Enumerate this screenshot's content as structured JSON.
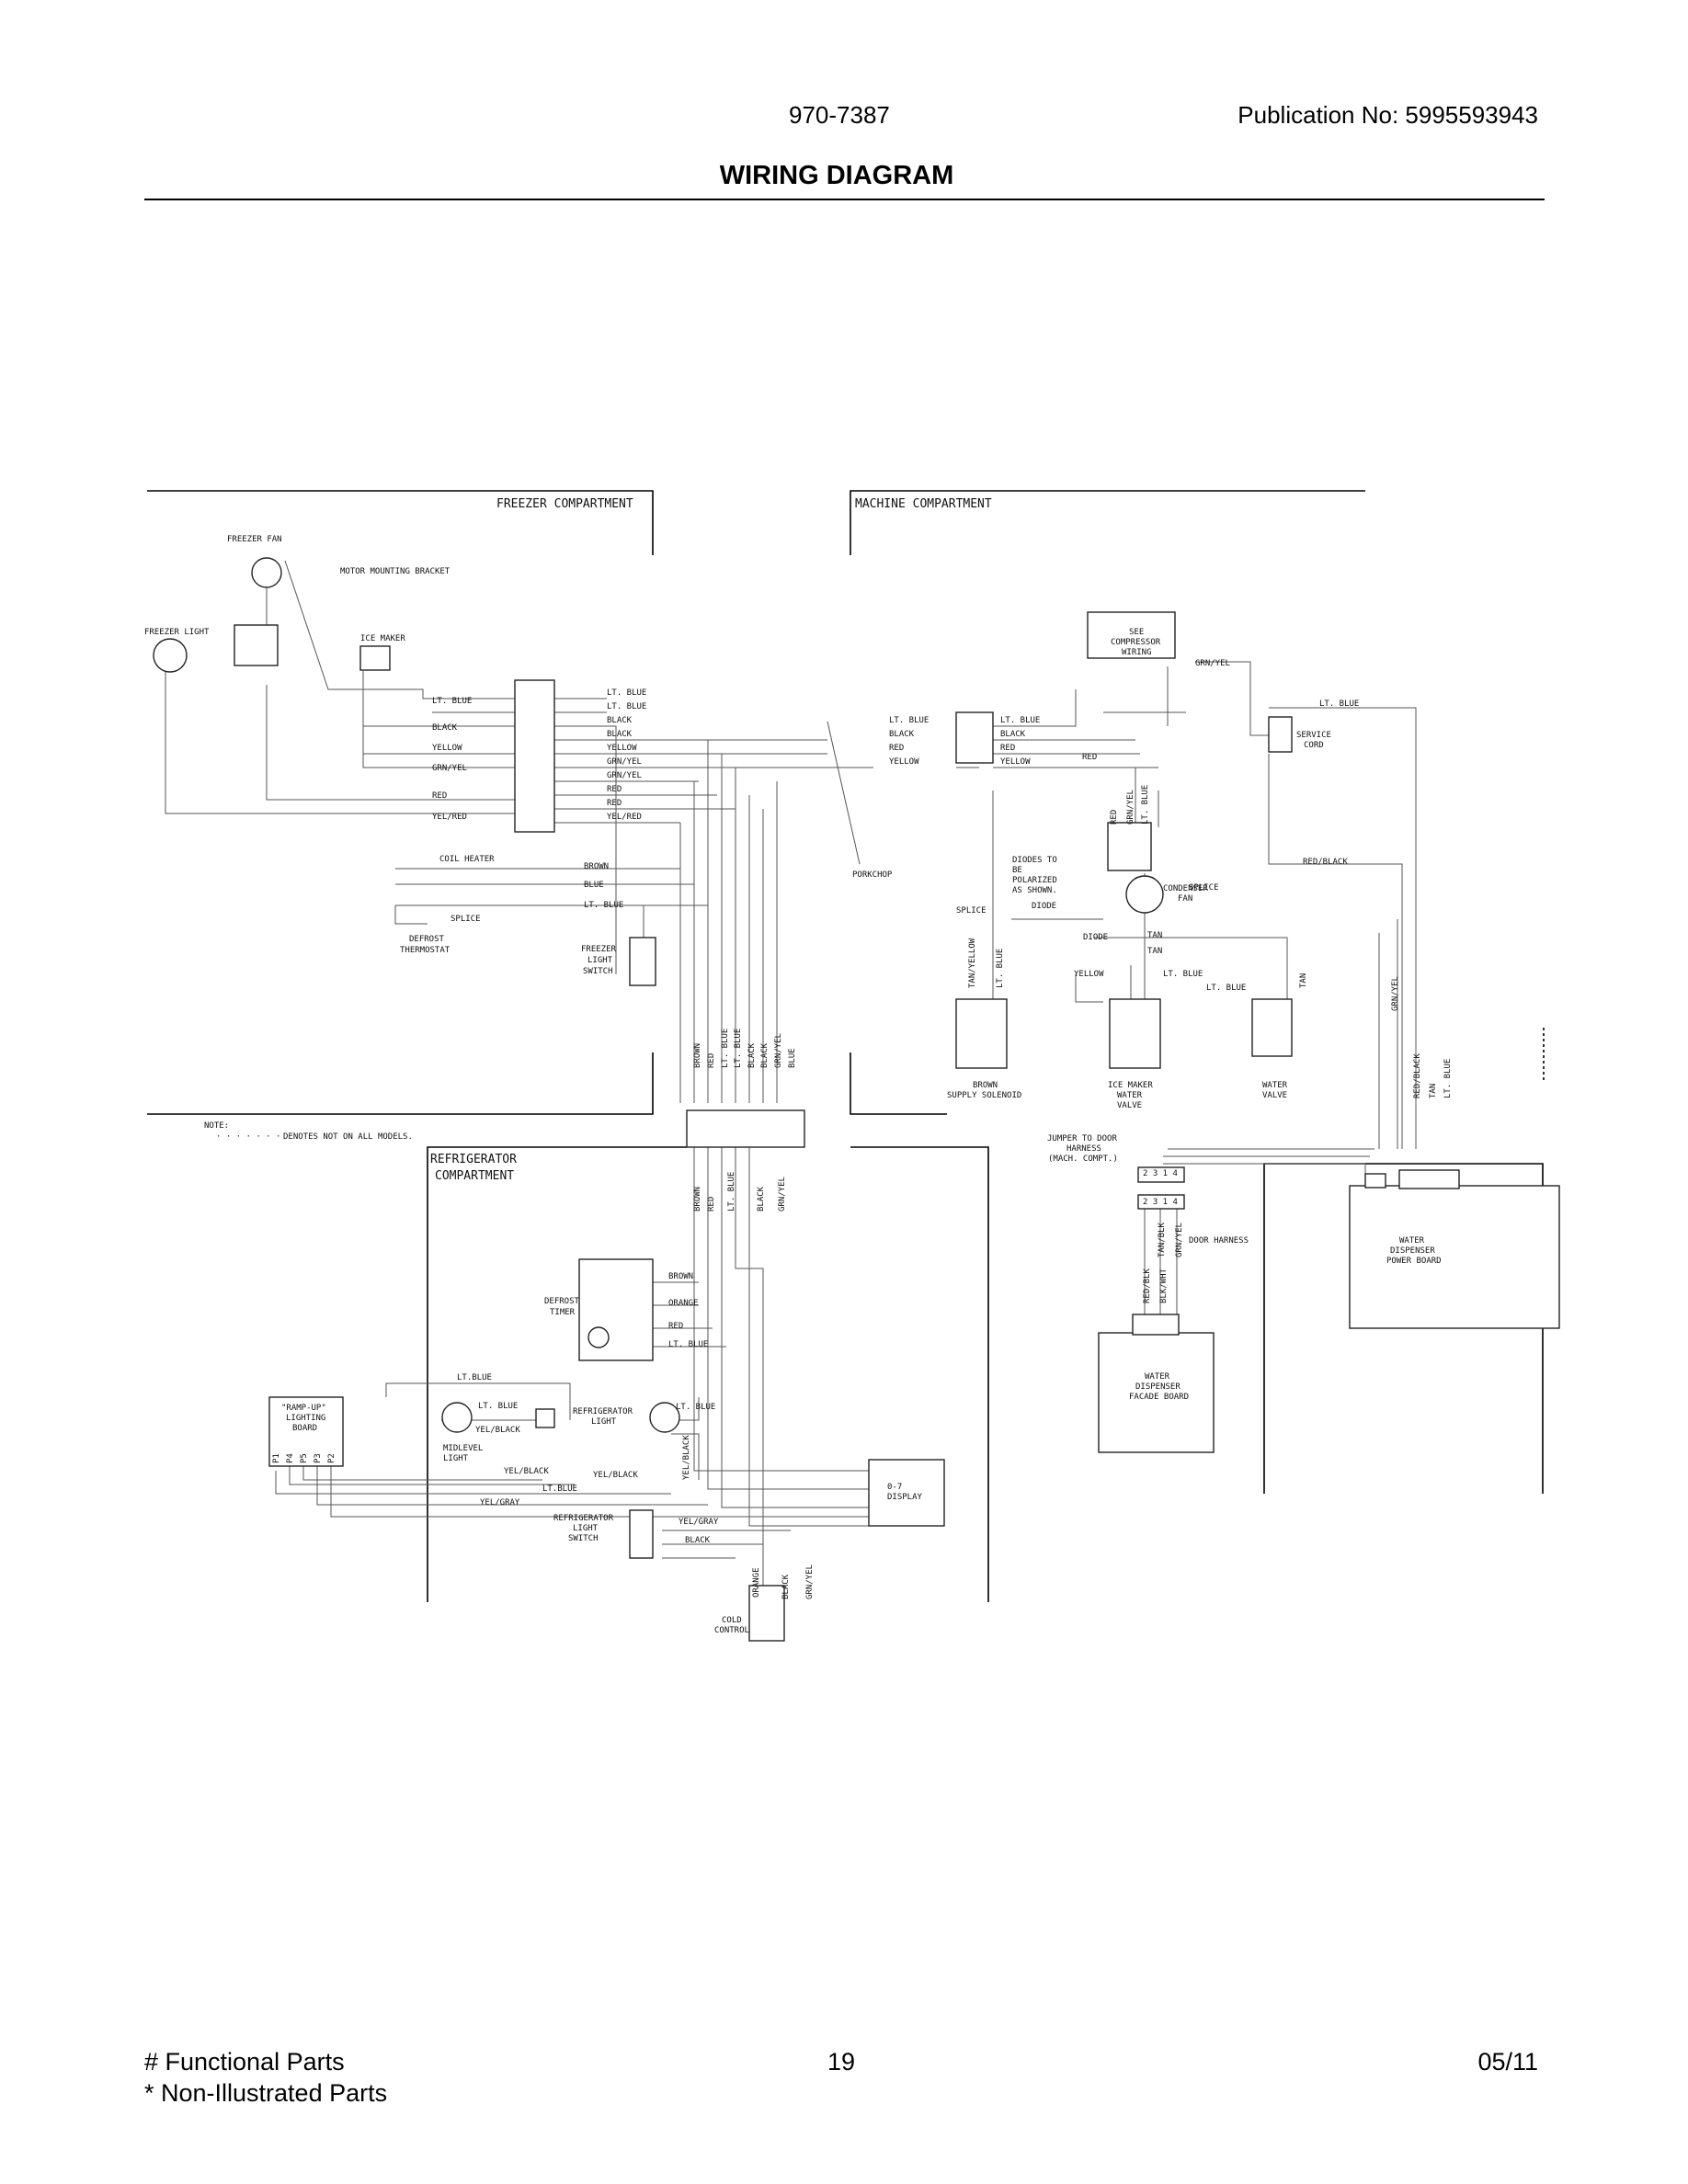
{
  "header": {
    "model_number": "970-7387",
    "publication": "Publication No:  5995593943",
    "title": "WIRING DIAGRAM"
  },
  "footer": {
    "functional_parts": "# Functional Parts",
    "non_illustrated": "* Non-Illustrated Parts",
    "page_number": "19",
    "date": "05/11"
  },
  "diagram": {
    "sections": {
      "freezer": "FREEZER COMPARTMENT",
      "machine": "MACHINE COMPARTMENT",
      "refrigerator_1": "REFRIGERATOR",
      "refrigerator_2": "COMPARTMENT"
    },
    "labels": {
      "freezer_fan": "FREEZER FAN",
      "motor_bracket": "MOTOR MOUNTING BRACKET",
      "freezer_light": "FREEZER LIGHT",
      "ice_maker": "ICE MAKER",
      "coil_heater": "COIL HEATER",
      "splice": "SPLICE",
      "defrost_thermostat_1": "DEFROST",
      "defrost_thermostat_2": "THERMOSTAT",
      "freezer_light_switch_1": "FREEZER",
      "freezer_light_switch_2": "LIGHT",
      "freezer_light_switch_3": "SWITCH",
      "porkchop": "PORKCHOP",
      "see_compressor_1": "SEE",
      "see_compressor_2": "COMPRESSOR",
      "see_compressor_3": "WIRING",
      "service_cord_1": "SERVICE",
      "service_cord_2": "CORD",
      "diodes_1": "DIODES TO",
      "diodes_2": "BE",
      "diodes_3": "POLARIZED",
      "diodes_4": "AS SHOWN.",
      "diode": "DIODE",
      "condenser_fan_1": "CONDENSER",
      "condenser_fan_2": "FAN",
      "brown_solenoid_1": "BROWN",
      "brown_solenoid_2": "SUPPLY SOLENOID",
      "ice_valve_1": "ICE MAKER",
      "ice_valve_2": "WATER",
      "ice_valve_3": "VALVE",
      "water_valve_1": "WATER",
      "water_valve_2": "VALVE",
      "note_1": "NOTE:",
      "note_2": "DENOTES NOT ON ALL MODELS.",
      "jumper_1": "JUMPER TO DOOR",
      "jumper_2": "HARNESS",
      "jumper_3": "(MACH. COMPT.)",
      "door_harness": "DOOR HARNESS",
      "wdpb_1": "WATER",
      "wdpb_2": "DISPENSER",
      "wdpb_3": "POWER BOARD",
      "wdfb_1": "WATER",
      "wdfb_2": "DISPENSER",
      "wdfb_3": "FACADE BOARD",
      "defrost_timer_1": "DEFROST",
      "defrost_timer_2": "TIMER",
      "ramp_1": "\"RAMP-UP\"",
      "ramp_2": "LIGHTING",
      "ramp_3": "BOARD",
      "midlevel_1": "MIDLEVEL",
      "midlevel_2": "LIGHT",
      "ref_light_1": "REFRIGERATOR",
      "ref_light_2": "LIGHT",
      "ref_switch_1": "REFRIGERATOR",
      "ref_switch_2": "LIGHT",
      "ref_switch_3": "SWITCH",
      "display_1": "0-7",
      "display_2": "DISPLAY",
      "cold_control_1": "COLD",
      "cold_control_2": "CONTROL",
      "conn_top": "2 3 1 4",
      "conn_bot": "2 3 1 4"
    },
    "wires": {
      "lt_blue": "LT. BLUE",
      "lt_blue_nospace": "LT.BLUE",
      "black": "BLACK",
      "yellow": "YELLOW",
      "grn_yel": "GRN/YEL",
      "red": "RED",
      "yel_red": "YEL/RED",
      "brown": "BROWN",
      "blue": "BLUE",
      "orange": "ORANGE",
      "tan": "TAN",
      "tan_yellow": "TAN/YELLOW",
      "red_black": "RED/BLACK",
      "red_blk": "RED/BLK",
      "tan_blk": "TAN/BLK",
      "blk_wht": "BLK/WHT",
      "yel_black": "YEL/BLACK",
      "yel_gray": "YEL/GRAY"
    },
    "pins": [
      "P1",
      "P4",
      "P5",
      "P3",
      "P2"
    ]
  }
}
